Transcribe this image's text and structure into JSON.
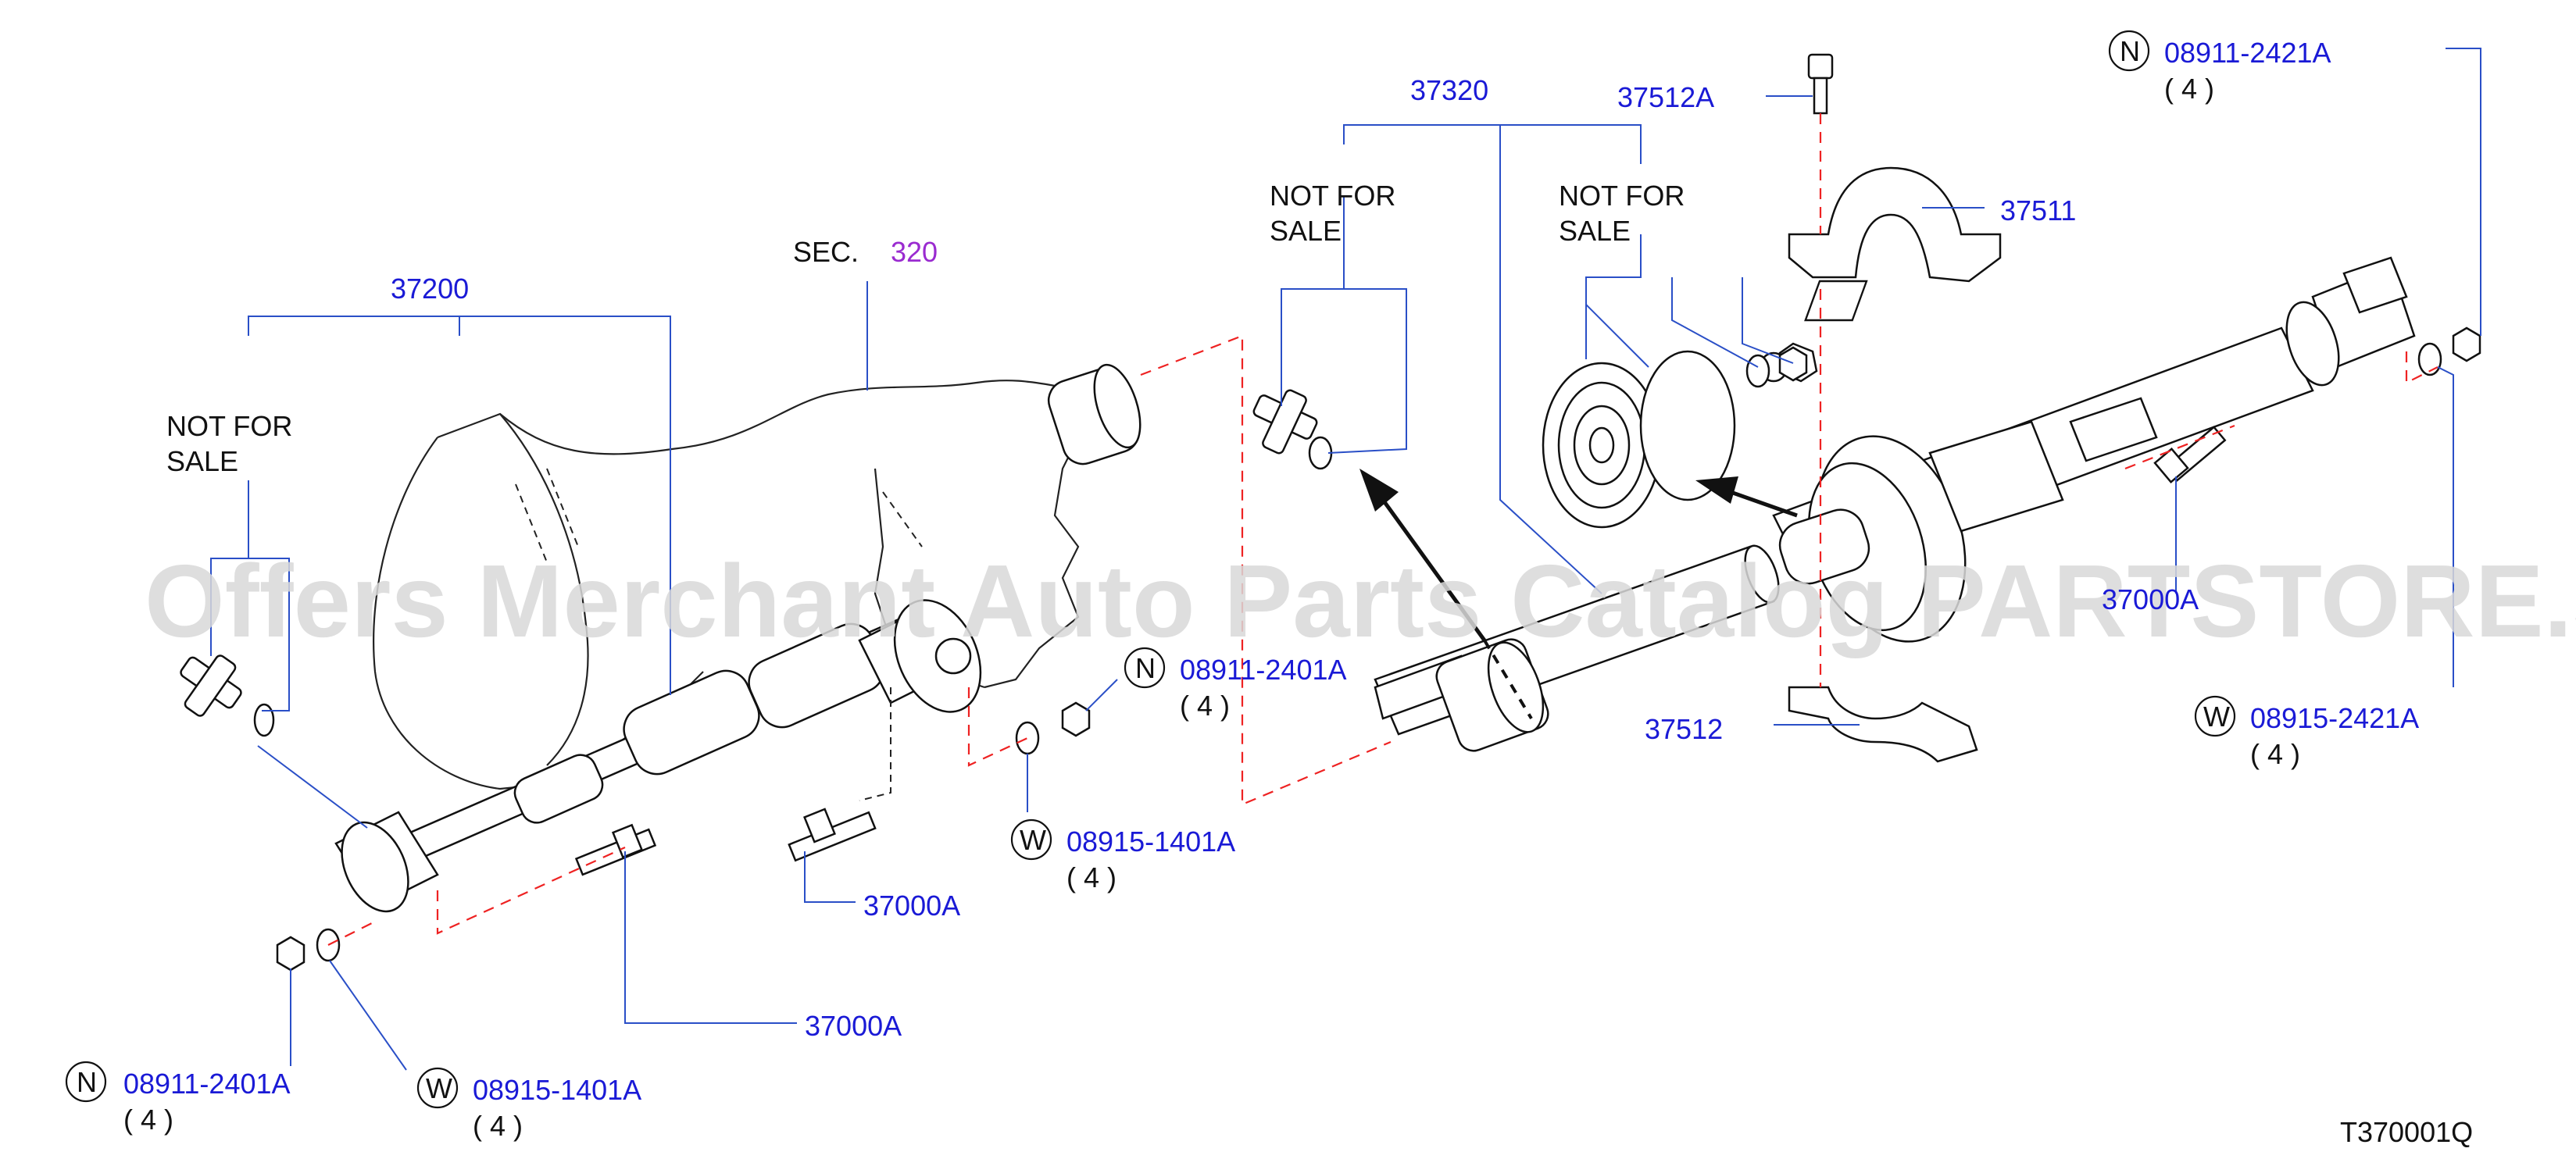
{
  "watermark": "Offers Merchant Auto Parts Catalog PARTSTORE.SA",
  "diagram_code": "T370001Q",
  "section_ref": {
    "prefix": "SEC.",
    "number": "320"
  },
  "not_for_sale": {
    "line1": "NOT FOR",
    "line2": "SALE"
  },
  "symbols": {
    "nut": "N",
    "washer": "W"
  },
  "parts": {
    "p37200": "37200",
    "p37320": "37320",
    "p37512A": "37512A",
    "p37511": "37511",
    "p37512": "37512",
    "p37000A_center": "37000A",
    "p37000A_bottom": "37000A",
    "p37000A_right": "37000A"
  },
  "fasteners": {
    "nut_top_right": {
      "code": "08911-2421A",
      "qty": "( 4 )"
    },
    "washer_right": {
      "code": "08915-2421A",
      "qty": "( 4 )"
    },
    "nut_center": {
      "code": "08911-2401A",
      "qty": "( 4 )"
    },
    "washer_center": {
      "code": "08915-1401A",
      "qty": "( 4 )"
    },
    "nut_bottom_left": {
      "code": "08911-2401A",
      "qty": "( 4 )"
    },
    "washer_bottom_left": {
      "code": "08915-1401A",
      "qty": "( 4 )"
    }
  },
  "colors": {
    "label_blue": "#1a1ad6",
    "section_purple": "#9a2bd0",
    "dash_red": "#e22222",
    "leader_blue": "#2a4fc7",
    "watermark_gray": "#d9d9d9"
  }
}
